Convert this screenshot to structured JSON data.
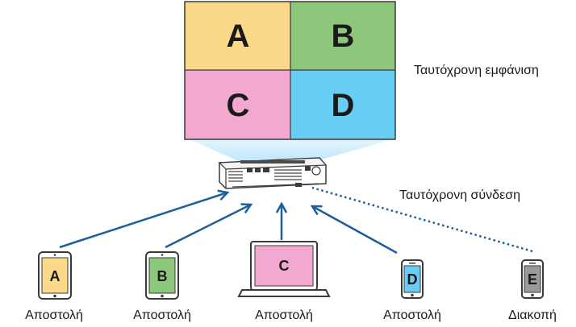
{
  "screen": {
    "quadrants": [
      {
        "letter": "A",
        "color": "#fbd98a"
      },
      {
        "letter": "B",
        "color": "#8dc77b"
      },
      {
        "letter": "C",
        "color": "#f3a8cf"
      },
      {
        "letter": "D",
        "color": "#67cdf3"
      }
    ],
    "label": "Ταυτόχρονη εμφάνιση"
  },
  "projector": {
    "connection_label": "Ταυτόχρονη σύνδεση",
    "beam_color": "#c9ecfb"
  },
  "devices": [
    {
      "letter": "A",
      "color": "#fbd98a",
      "status": "Αποστολή"
    },
    {
      "letter": "B",
      "color": "#8dc77b",
      "status": "Αποστολή"
    },
    {
      "letter": "C",
      "color": "#f3a8cf",
      "status": "Αποστολή"
    },
    {
      "letter": "D",
      "color": "#67cdf3",
      "status": "Αποστολή"
    },
    {
      "letter": "E",
      "color": "#9a9a9a",
      "status": "Διακοπή"
    }
  ],
  "colors": {
    "arrow": "#1b5f9e",
    "outline": "#3a3a3a"
  }
}
